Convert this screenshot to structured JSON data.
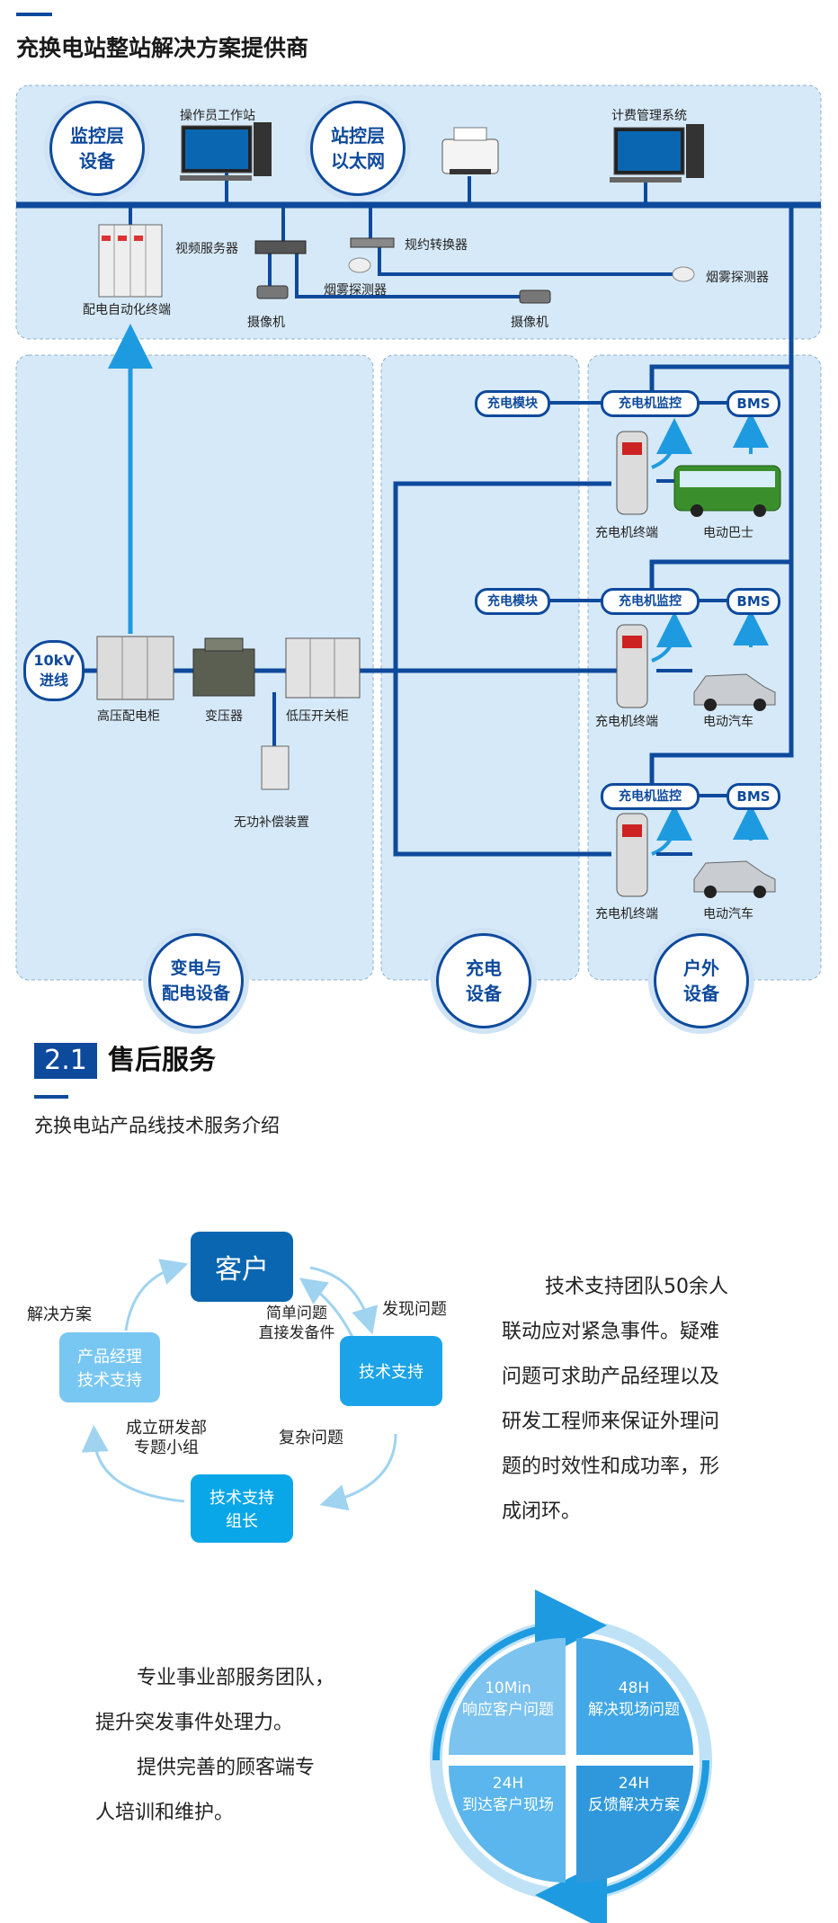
{
  "page": {
    "title1": "充换电站整站解决方案提供商",
    "section_number": "2.1",
    "section_title": "售后服务",
    "subtitle": "充换电站产品线技术服务介绍"
  },
  "diagram": {
    "circles": {
      "monitor_layer": [
        "监控层",
        "设备"
      ],
      "station_ethernet": [
        "站控层",
        "以太网"
      ],
      "substation": [
        "变电与",
        "配电设备"
      ],
      "charging": [
        "充电",
        "设备"
      ],
      "outdoor": [
        "户外",
        "设备"
      ]
    },
    "top_labels": {
      "operator_workstation": "操作员工作站",
      "billing_system": "计费管理系统",
      "video_server": "视频服务器",
      "protocol_converter": "规约转换器",
      "smoke_detector_1": "烟雾探测器",
      "smoke_detector_2": "烟雾探测器",
      "dist_terminal": "配电自动化终端",
      "camera_1": "摄像机",
      "camera_2": "摄像机"
    },
    "left_labels": {
      "in_line": [
        "10kV",
        "进线"
      ],
      "hv_cabinet": "高压配电柜",
      "transformer": "变压器",
      "lv_cabinet": "低压开关柜",
      "reactive_comp": "无功补偿装置"
    },
    "tags": {
      "module_1": "充电模块",
      "module_2": "充电模块",
      "monitor_1": "充电机监控",
      "monitor_2": "充电机监控",
      "monitor_3": "充电机监控",
      "bms_1": "BMS",
      "bms_2": "BMS",
      "bms_3": "BMS"
    },
    "right_labels": {
      "charger_1": "充电机终端",
      "charger_2": "充电机终端",
      "charger_3": "充电机终端",
      "bus": "电动巴士",
      "car_1": "电动汽车",
      "car_2": "电动汽车"
    }
  },
  "service_flow": {
    "customer": "客户",
    "tech_support": "技术支持",
    "pm_support": [
      "产品经理",
      "技术支持"
    ],
    "tech_lead": [
      "技术支持",
      "组长"
    ],
    "discover_problem": "发现问题",
    "simple_problem": [
      "简单问题",
      "直接发备件"
    ],
    "solution": "解决方案",
    "complex_problem": "复杂问题",
    "rd_team": [
      "成立研发部",
      "专题小组"
    ]
  },
  "text_blocks": {
    "para1": [
      "技术支持团队50余人",
      "联动应对紧急事件。疑难",
      "问题可求助产品经理以及",
      "研发工程师来保证外理问",
      "题的时效性和成功率，形",
      "成闭环。"
    ],
    "para2": [
      "专业事业部服务团队，",
      "提升突发事件处理力。",
      "提供完善的顾客端专",
      "人培训和维护。"
    ]
  },
  "response_circle": {
    "q1": [
      "10Min",
      "响应客户问题"
    ],
    "q2": [
      "48H",
      "解决现场问题"
    ],
    "q3": [
      "24H",
      "到达客户现场"
    ],
    "q4": [
      "24H",
      "反馈解决方案"
    ]
  },
  "colors": {
    "navy": "#0e4a9c",
    "panel": "#d6e9f8",
    "light_blue": "#1aa3e8",
    "arrow_blue": "#1e9be0"
  }
}
